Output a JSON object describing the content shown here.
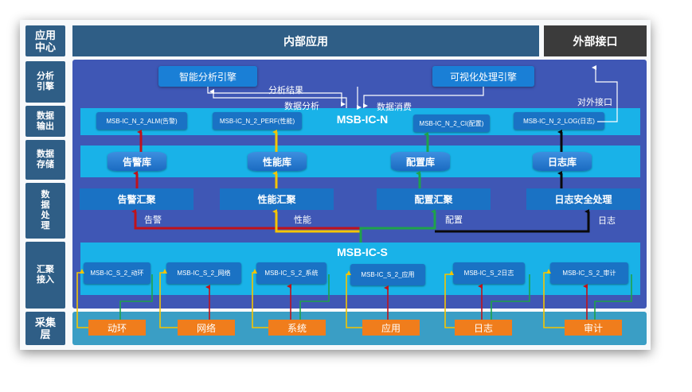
{
  "layers": {
    "app_center": "应用\n中心",
    "analysis_engine": "分析\n引擎",
    "data_output": "数据\n输出",
    "data_storage": "数据\n存储",
    "data_processing": "数\n据\n处\n理",
    "aggregation_access": "汇聚\n接入",
    "collection": "采集\n层"
  },
  "top": {
    "internal_app": "内部应用",
    "external_interface": "外部接口"
  },
  "engines": {
    "smart_analysis": "智能分析引擎",
    "visual_processing": "可视化处理引擎"
  },
  "flow_labels": {
    "analysis_result": "分析结果",
    "data_analysis": "数据分析",
    "data_consumption": "数据消费",
    "external_interface": "对外接口",
    "alarm": "告警",
    "performance": "性能",
    "config": "配置",
    "log": "日志"
  },
  "msb_n": {
    "title": "MSB-IC-N",
    "outputs": [
      "MSB-IC_N_2_ALM(告警)",
      "MSB-IC_N_2_PERF(性能)",
      "MSB-IC_N_2_CI(配置)",
      "MSB-IC_N_2_LOG(日志)"
    ]
  },
  "databases": [
    "告警库",
    "性能库",
    "配置库",
    "日志库"
  ],
  "aggregations": [
    "告警汇聚",
    "性能汇聚",
    "配置汇聚",
    "日志安全处理"
  ],
  "msb_s": {
    "title": "MSB-IC-S",
    "inputs": [
      "MSB-IC_S_2_动环",
      "MSB-IC_S_2_网络",
      "MSB-IC_S_2_系统",
      "MSB-IC_S_2_应用",
      "MSB-IC_S_2日志",
      "MSB-IC_S_2_审计"
    ]
  },
  "sources": [
    "动环",
    "网络",
    "系统",
    "应用",
    "日志",
    "审计"
  ],
  "colors": {
    "alarm": "#c0121a",
    "performance": "#f5c400",
    "config": "#1fa24a",
    "log": "#0a0a0a",
    "source_box": "#f07d1c",
    "cyan_band": "#19b2e8",
    "main_panel": "#3f57b5"
  }
}
